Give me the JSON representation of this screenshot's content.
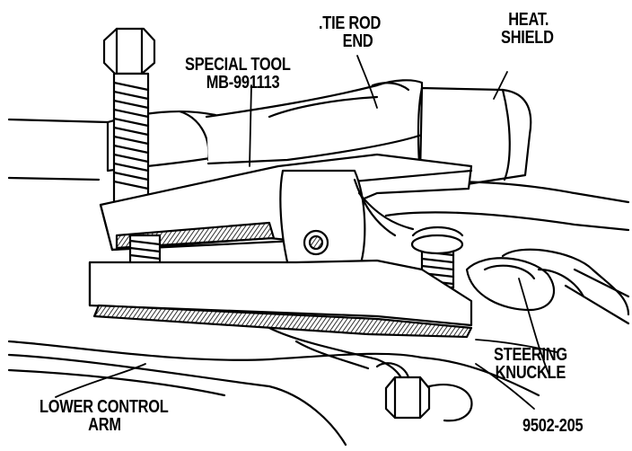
{
  "labels": {
    "special_tool": {
      "line1": "SPECIAL TOOL",
      "line2": "MB-991113"
    },
    "tie_rod_end": {
      "line1": ".TIE ROD",
      "line2": "END"
    },
    "heat_shield": {
      "line1": "HEAT.",
      "line2": "SHIELD"
    },
    "steering_knuckle": {
      "line1": "STEERING",
      "line2": "KNUCKLE"
    },
    "lower_control_arm": {
      "line1": "LOWER CONTROL",
      "line2": "ARM"
    },
    "figure_number": "9502-205"
  },
  "colors": {
    "ink": "#000000",
    "paper": "#ffffff",
    "shade": "#8a8a8a"
  }
}
